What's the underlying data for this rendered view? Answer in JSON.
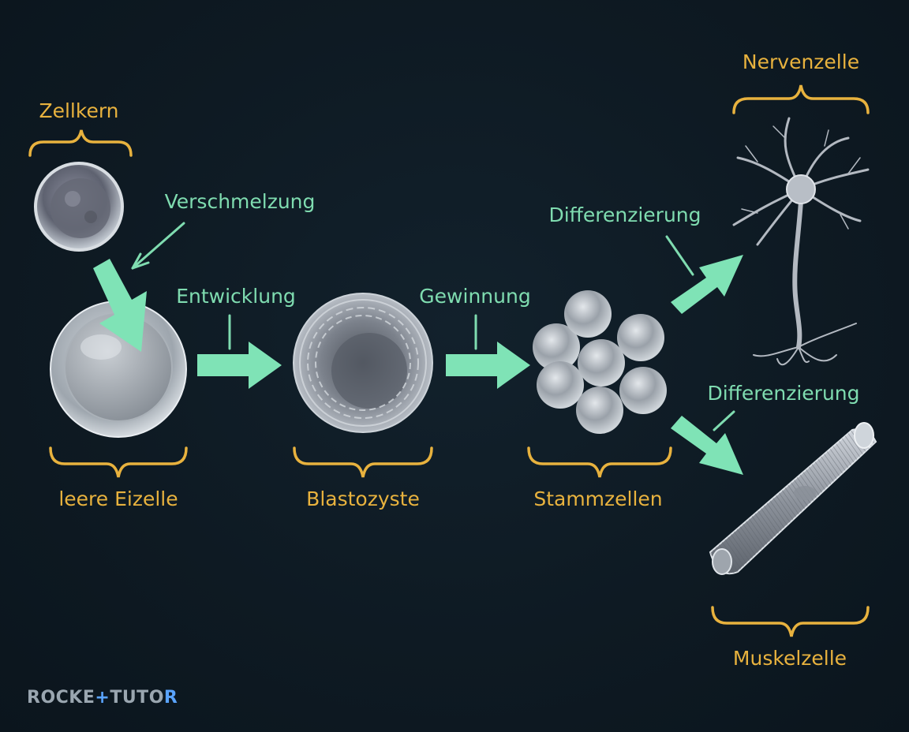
{
  "labels": {
    "zellkern": "Zellkern",
    "leere_eizelle": "leere Eizelle",
    "blastozyste": "Blastozyste",
    "stammzellen": "Stammzellen",
    "nervenzelle": "Nervenzelle",
    "muskelzelle": "Muskelzelle"
  },
  "processes": {
    "verschmelzung": "Verschmelzung",
    "entwicklung": "Entwicklung",
    "gewinnung": "Gewinnung",
    "differenzierung_1": "Differenzierung",
    "differenzierung_2": "Differenzierung"
  },
  "logo": {
    "part1": "ROCKE",
    "plus": "+",
    "part2": "TUTO",
    "part3": "R"
  },
  "colors": {
    "label": "#e8b23e",
    "arrow": "#7fe3b6",
    "background": "#0e1a23"
  }
}
